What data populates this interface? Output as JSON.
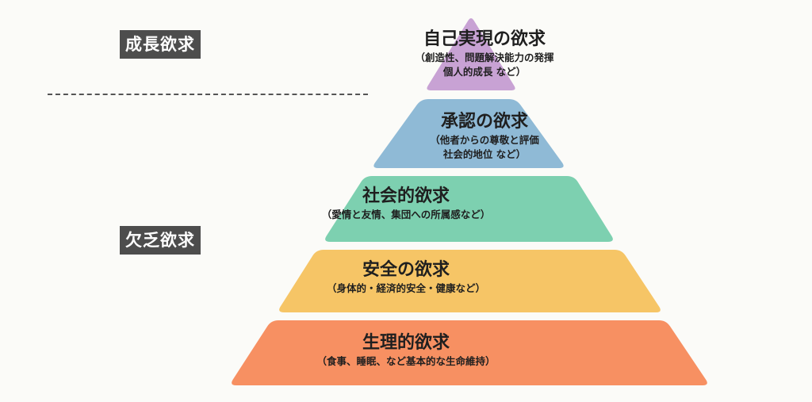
{
  "categories": {
    "growth": "成長欲求",
    "deficiency": "欠乏欲求"
  },
  "levels": [
    {
      "title": "自己実現の欲求",
      "desc1": "（創造性、問題解決能力の発揮",
      "desc2": "個人的成長 など）",
      "color": "#c8a2d4"
    },
    {
      "title": "承認の欲求",
      "desc1": "（他者からの尊敬と評価",
      "desc2": "社会的地位 など）",
      "color": "#8fbad6"
    },
    {
      "title": "社会的欲求",
      "desc1": "（愛情と友情、集団への所属感など）",
      "desc2": "",
      "color": "#7dd0b0"
    },
    {
      "title": "安全の欲求",
      "desc1": "（身体的・経済的安全・健康など）",
      "desc2": "",
      "color": "#f6c566"
    },
    {
      "title": "生理的欲求",
      "desc1": "（食事、睡眠、など基本的な生命維持）",
      "desc2": "",
      "color": "#f79062"
    }
  ]
}
